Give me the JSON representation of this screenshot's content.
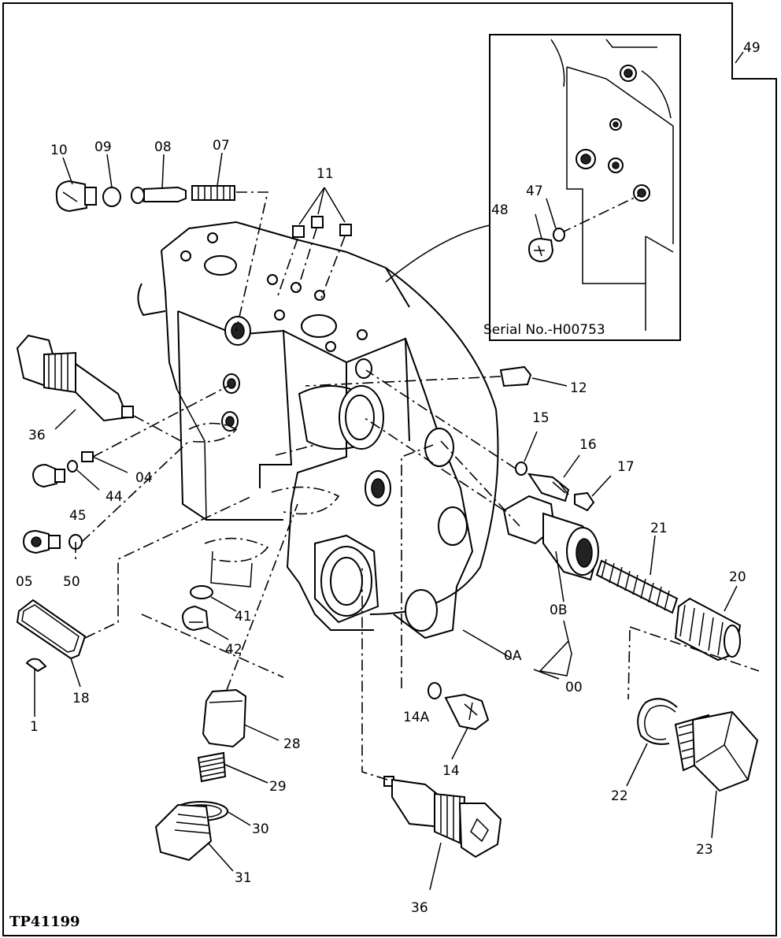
{
  "diagram": {
    "figure_code": "TP41199",
    "inset_caption": "Serial No.-H00753",
    "callouts": {
      "p49": "49",
      "p10": "10",
      "p09": "09",
      "p08": "08",
      "p07": "07",
      "p11": "11",
      "p48": "48",
      "p47": "47",
      "p12": "12",
      "p36a": "36",
      "p04": "04",
      "p44": "44",
      "p45": "45",
      "p15": "15",
      "p16": "16",
      "p17": "17",
      "p21": "21",
      "p20": "20",
      "p05": "05",
      "p50": "50",
      "p41": "41",
      "p42": "42",
      "p0B": "0B",
      "p0A": "0A",
      "p00": "00",
      "p18": "18",
      "p1": "1",
      "p14A": "14A",
      "p14": "14",
      "p28": "28",
      "p29": "29",
      "p30": "30",
      "p31": "31",
      "p22": "22",
      "p23": "23",
      "p36b": "36"
    }
  }
}
